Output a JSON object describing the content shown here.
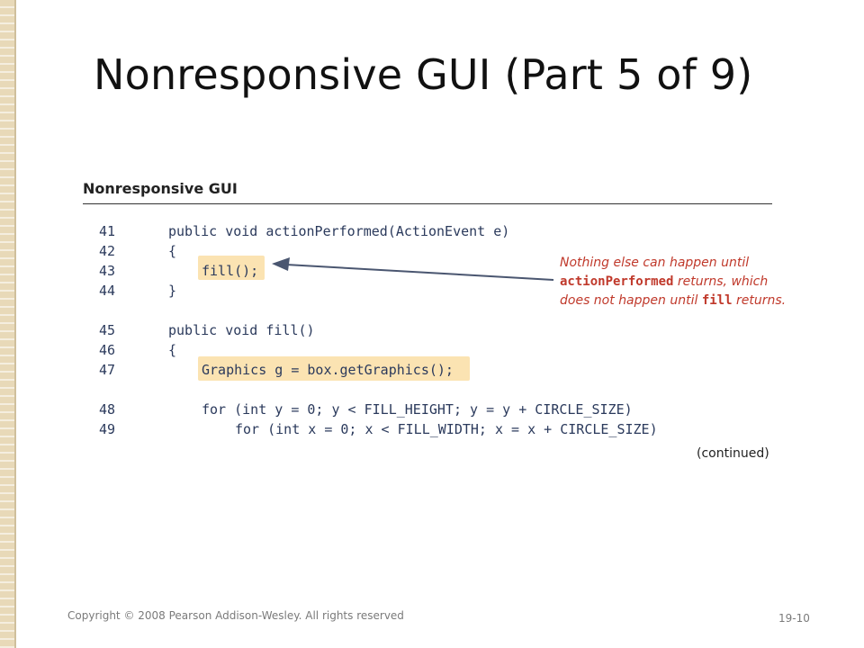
{
  "slide": {
    "title": "Nonresponsive GUI (Part 5 of 9)",
    "figure_title": "Nonresponsive GUI",
    "continued_label": "(continued)",
    "footer_copyright": "Copyright © 2008 Pearson Addison-Wesley. All rights reserved",
    "page_number": "19-10"
  },
  "code": {
    "lines": [
      {
        "num": "41",
        "text": "public void actionPerformed(ActionEvent e)"
      },
      {
        "num": "42",
        "text": "{"
      },
      {
        "num": "43",
        "text": "fill();"
      },
      {
        "num": "44",
        "text": "}"
      },
      {
        "num": "45",
        "text": "public void fill()"
      },
      {
        "num": "46",
        "text": "{"
      },
      {
        "num": "47",
        "text": "Graphics g = box.getGraphics();"
      },
      {
        "num": "48",
        "text": "for (int y = 0; y < FILL_HEIGHT; y = y + CIRCLE_SIZE)"
      },
      {
        "num": "49",
        "text": "for (int x = 0; x < FILL_WIDTH; x = x + CIRCLE_SIZE)"
      }
    ]
  },
  "annotation": {
    "part1": "Nothing else can happen until",
    "code1": "actionPerformed",
    "part2": " returns, which does not happen until ",
    "code2": "fill",
    "part3": " returns."
  },
  "colors": {
    "highlight": "#fbe3b2",
    "annotation_text": "#c0392b",
    "code_text": "#2b3a5c",
    "arrow": "#4a5670"
  }
}
